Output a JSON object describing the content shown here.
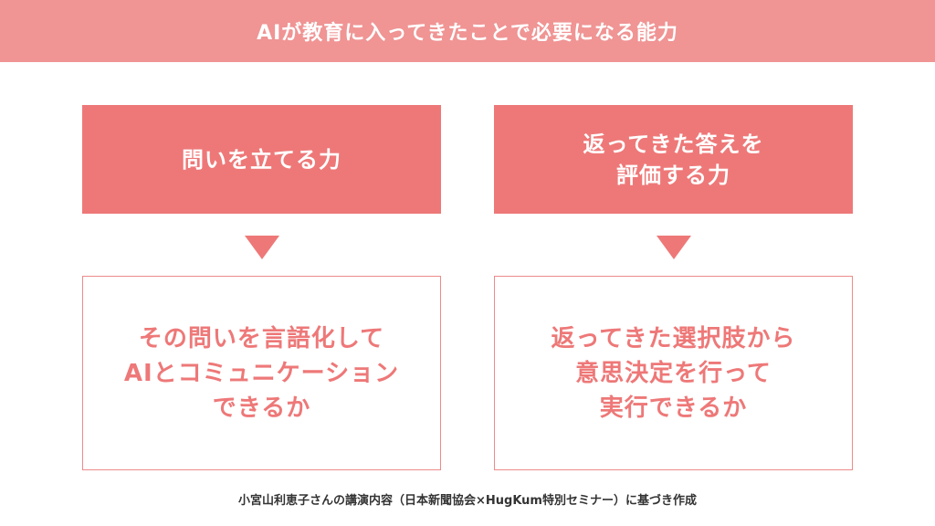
{
  "banner": {
    "title": "AIが教育に入ってきたことで必要になる能力"
  },
  "columns": [
    {
      "heading_lines": [
        "問いを立てる力"
      ],
      "result_lines": [
        "その問いを言語化して",
        "AIとコミュニケーション",
        "できるか"
      ]
    },
    {
      "heading_lines": [
        "返ってきた答えを",
        "評価する力"
      ],
      "result_lines": [
        "返ってきた選択肢から",
        "意思決定を行って",
        "実行できるか"
      ]
    }
  ],
  "source": "小宮山利恵子さんの講演内容（日本新聞協会×HugKum特別セミナー）に基づき作成",
  "colors": {
    "banner": "#f09494",
    "heading_box": "#ee7878",
    "result_text": "#ee7878",
    "result_border": "#ee8a8a"
  }
}
